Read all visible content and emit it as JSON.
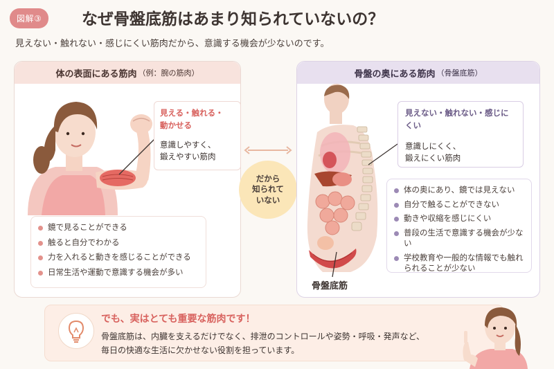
{
  "header": {
    "badge": "図解③",
    "title": "なぜ骨盤底筋はあまり知られていないの？",
    "subtitle": "見えない・触れない・感じにくい筋肉だから、意識する機会が少ないのです。"
  },
  "left_panel": {
    "title": "体の表面にある筋肉",
    "title_note": "（例：腕の筋肉）",
    "callout_highlight_1": "見える・触れる・",
    "callout_highlight_2": "動かせる",
    "callout_body_1": "意識しやすく、",
    "callout_body_2": "鍛えやすい筋肉",
    "items": [
      "鏡で見ることができる",
      "触ると自分でわかる",
      "力を入れると動きを感じることができる",
      "日常生活や運動で意識する機会が多い"
    ]
  },
  "center": {
    "line1": "だから",
    "line2": "知られて",
    "line3": "いない"
  },
  "right_panel": {
    "title": "骨盤の奥にある筋肉",
    "title_note": "（骨盤底筋）",
    "callout_highlight": "見えない・触れない・感じにくい",
    "callout_body_1": "意識しにくく、",
    "callout_body_2": "鍛えにくい筋肉",
    "items": [
      "体の奥にあり、鏡では見えない",
      "自分で触ることができない",
      "動きや収縮を感じにくい",
      "普段の生活で意識する機会が少ない",
      "学校教育や一般的な情報でも触れられることが少ない"
    ],
    "pelvic_label": "骨盤底筋"
  },
  "bottom": {
    "title": "でも、実はとても重要な筋肉です！",
    "body_1": "骨盤底筋は、内臓を支えるだけでなく、排泄のコントロールや姿勢・呼吸・発声など、",
    "body_2": "毎日の快適な生活に欠かせない役割を担っています。"
  },
  "colors": {
    "accent_pink": "#d8625e",
    "accent_purple": "#6a5a86",
    "badge": "#e08a8a",
    "bubble": "#fbe6b8"
  }
}
